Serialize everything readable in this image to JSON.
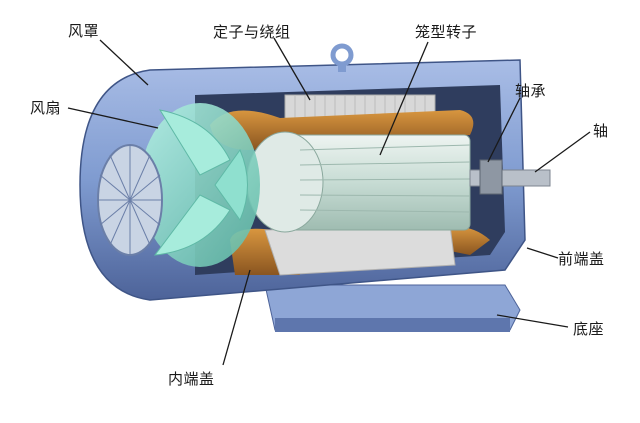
{
  "diagram": {
    "subject": "squirrel-cage induction motor cutaway",
    "labels": {
      "fan_cover": "风罩",
      "fan": "风扇",
      "stator_winding": "定子与绕组",
      "cage_rotor": "笼型转子",
      "bearing": "轴承",
      "shaft": "轴",
      "front_end_cover": "前端盖",
      "base": "底座",
      "inner_end_cover": "内端盖"
    },
    "colors": {
      "housing": "#7f9bd0",
      "housing_dark": "#3f5587",
      "fan": "#8fe0cf",
      "winding": "#b8742a",
      "stator_core": "#d8d8d8",
      "rotor": "#cfe3dc",
      "leader_line": "#1a1a1a"
    }
  }
}
